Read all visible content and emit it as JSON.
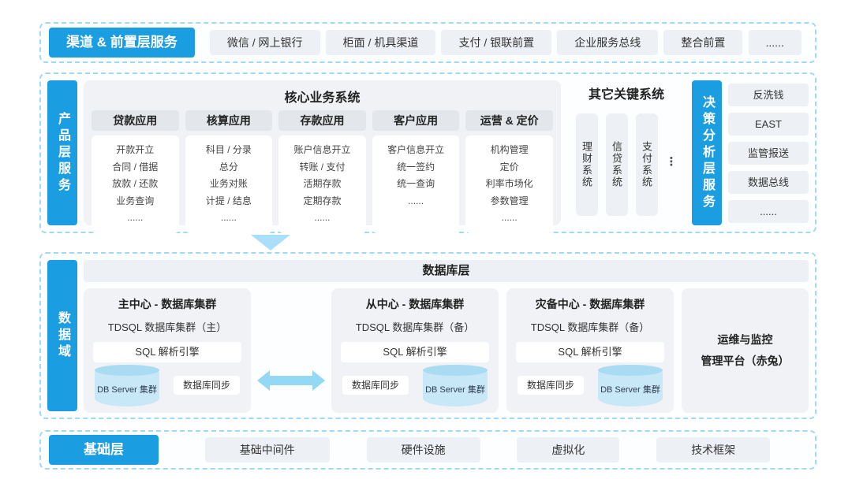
{
  "colors": {
    "accent_blue": "#1B9DE2",
    "dashed_border_blue": "#9ED9F5",
    "panel_gray": "#F0F2F5",
    "pill_gray": "#EDF0F4",
    "cylinder_blue": "#C8E7F7",
    "arrow_blue": "#93D8F5",
    "text_dark": "#333333"
  },
  "channel_layer": {
    "label": "渠道 & 前置层服务",
    "items": [
      "微信 / 网上银行",
      "柜面 / 机具渠道",
      "支付 / 银联前置",
      "企业服务总线",
      "整合前置",
      "......"
    ]
  },
  "product_layer": {
    "label": "产品层服务",
    "core": {
      "title": "核心业务系统",
      "columns": [
        {
          "title": "贷款应用",
          "items": [
            "开款开立",
            "合同 / 借据",
            "放款 / 还款",
            "业务查询",
            "......"
          ]
        },
        {
          "title": "核算应用",
          "items": [
            "科目 / 分录",
            "总分",
            "业务对账",
            "计提 / 结息",
            "......"
          ]
        },
        {
          "title": "存款应用",
          "items": [
            "账户信息开立",
            "转账 / 支付",
            "活期存款",
            "定期存款",
            "......"
          ]
        },
        {
          "title": "客户应用",
          "items": [
            "客户信息开立",
            "统一签约",
            "统一查询",
            "......"
          ]
        },
        {
          "title": "运营 & 定价",
          "items": [
            "机构管理",
            "定价",
            "利率市场化",
            "参数管理",
            "......"
          ]
        }
      ]
    },
    "other": {
      "title": "其它关键系统",
      "items": [
        "理财系统",
        "信贷系统",
        "支付系统"
      ],
      "more": "⋮"
    }
  },
  "decision_layer": {
    "label": "决策分析层服务",
    "items": [
      "反洗钱",
      "EAST",
      "监管报送",
      "数据总线",
      "......"
    ]
  },
  "data_domain": {
    "label": "数据域",
    "db_layer_title": "数据库层",
    "clusters": [
      {
        "title": "主中心 - 数据库集群",
        "tdsql": "TDSQL 数据库集群（主）",
        "engine": "SQL 解析引擎",
        "server": "DB Server 集群",
        "sync": "数据库同步"
      },
      {
        "title": "从中心 - 数据库集群",
        "tdsql": "TDSQL 数据库集群（备）",
        "engine": "SQL 解析引擎",
        "server": "DB Server 集群",
        "sync": "数据库同步"
      },
      {
        "title": "灾备中心 - 数据库集群",
        "tdsql": "TDSQL 数据库集群（备）",
        "engine": "SQL 解析引擎",
        "server": "DB Server 集群",
        "sync": "数据库同步"
      }
    ],
    "ops": {
      "line1": "运维与监控",
      "line2": "管理平台（赤兔）"
    }
  },
  "foundation_layer": {
    "label": "基础层",
    "items": [
      "基础中间件",
      "硬件设施",
      "虚拟化",
      "技术框架"
    ]
  }
}
